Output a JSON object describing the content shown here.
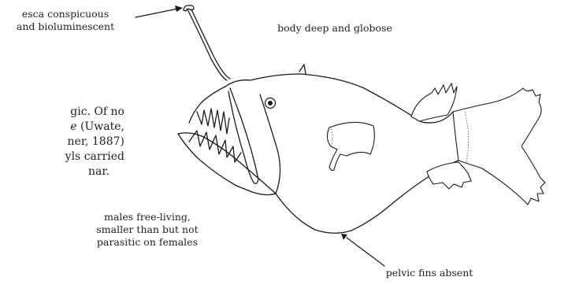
{
  "labels": {
    "esca_line1": "esca conspicuous",
    "esca_line2": "and bioluminescent",
    "body": "body deep and globose",
    "males_line1": "males free-living,",
    "males_line2": "smaller than but not",
    "males_line3": "parasitic on females",
    "pelvic": "pelvic fins absent"
  },
  "background_text": {
    "line1": "gic. Of no",
    "line2_italic": "e",
    "line2_rest": "(Uwate,",
    "line3": "ner, 1887)",
    "line4": "yls carried",
    "line5": "nar."
  }
}
